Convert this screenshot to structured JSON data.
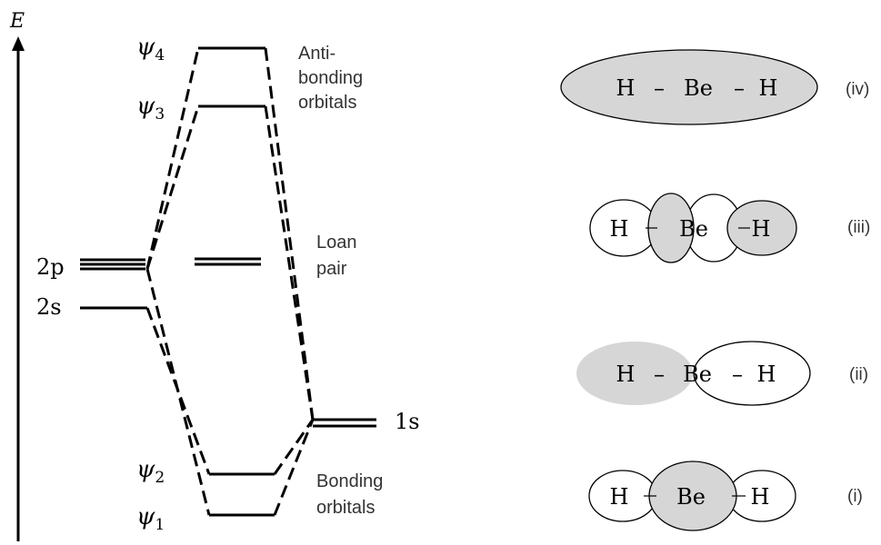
{
  "energy_axis_label": "E",
  "atomic_levels": {
    "be_2p": "2p",
    "be_2s": "2s",
    "h_1s": "1s"
  },
  "molecular_orbitals": {
    "psi4": {
      "symbol": "ψ",
      "subscript": "4"
    },
    "psi3": {
      "symbol": "ψ",
      "subscript": "3"
    },
    "psi2": {
      "symbol": "ψ",
      "subscript": "2"
    },
    "psi1": {
      "symbol": "ψ",
      "subscript": "1"
    }
  },
  "annotations": {
    "antibonding": [
      "Anti-",
      "bonding",
      "orbitals"
    ],
    "lone_pair": [
      "Loan",
      "pair"
    ],
    "bonding": [
      "Bonding",
      "orbitals"
    ]
  },
  "orbital_pictures": [
    {
      "label": "(iv)",
      "atoms": [
        "H",
        "Be",
        "H"
      ],
      "bond_dashes": [
        "–",
        "–"
      ]
    },
    {
      "label": "(iii)",
      "atoms": [
        "H",
        "Be",
        "H"
      ]
    },
    {
      "label": "(ii)",
      "atoms": [
        "H",
        "Be",
        "H"
      ],
      "bond_dashes": [
        "–",
        "–"
      ]
    },
    {
      "label": "(i)",
      "atoms": [
        "H",
        "Be",
        "H"
      ]
    }
  ]
}
